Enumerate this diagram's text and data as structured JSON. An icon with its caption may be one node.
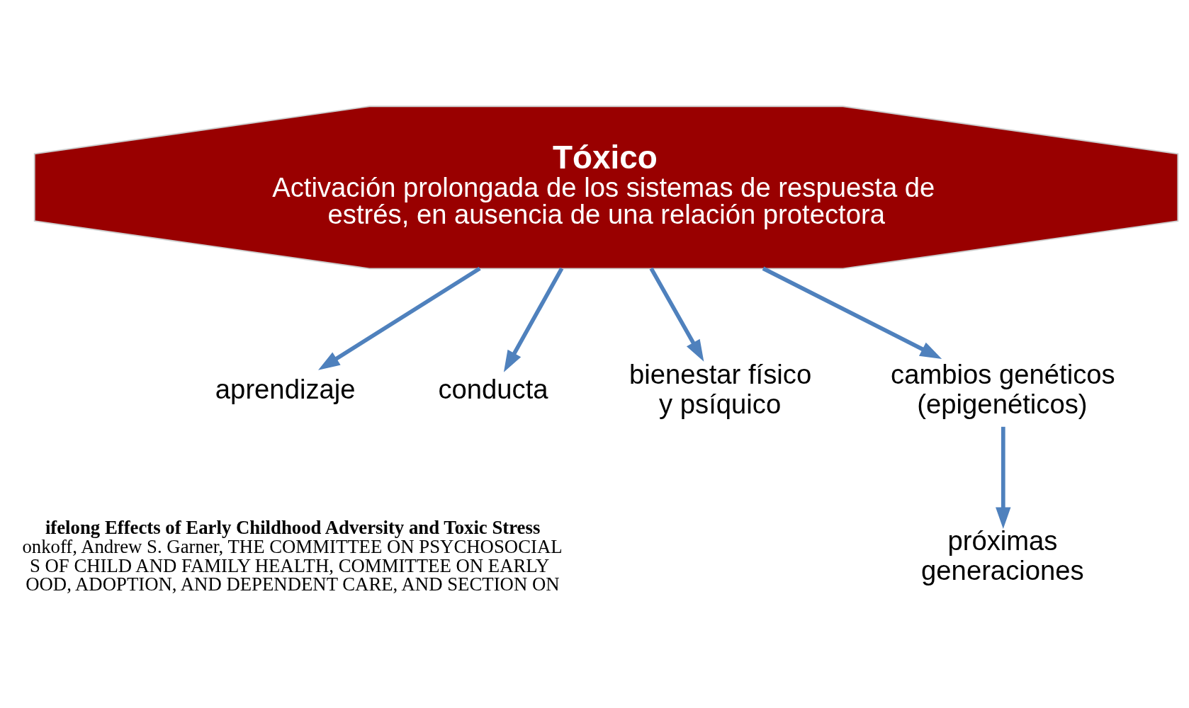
{
  "diagram": {
    "nodes": [
      {
        "text": [
          "Tóxico",
          "Activación prolongada de los sistemas de respuesta de  estrés, en ausencia de una relación protectora"
        ]
      },
      {
        "text": [
          "aprendizaje"
        ]
      },
      {
        "text": [
          "conducta"
        ]
      },
      {
        "text": [
          "bienestar físico y psíquico"
        ]
      },
      {
        "text": [
          "cambios genéticos (epigenéticos)"
        ]
      },
      {
        "text": [
          "próximas generaciones"
        ]
      }
    ],
    "edges": [
      {
        "from": 0,
        "to": 1,
        "arrow": "to"
      },
      {
        "from": 0,
        "to": 2,
        "arrow": "to"
      },
      {
        "from": 0,
        "to": 3,
        "arrow": "to"
      },
      {
        "from": 0,
        "to": 4,
        "arrow": "to"
      },
      {
        "from": 4,
        "to": 5,
        "arrow": "to"
      }
    ],
    "labels": [
      "ifelong Effects of Early Childhood Adversity and Toxic Stress",
      "onkoff, Andrew S. Garner, THE COMMITTEE ON PSYCHOSOCIAL",
      "S OF CHILD AND FAMILY HEALTH, COMMITTEE ON EARLY",
      "OOD, ADOPTION, AND DEPENDENT CARE, AND SECTION ON"
    ]
  }
}
